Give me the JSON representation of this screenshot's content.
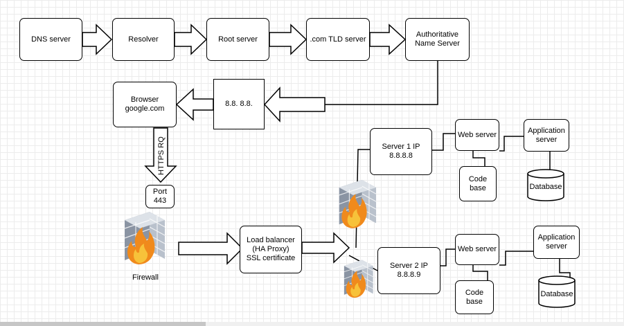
{
  "nodes": {
    "dns_server": "DNS server",
    "resolver": "Resolver",
    "root_server": "Root server",
    "tld_server": ".com TLD server",
    "authoritative": "Authoritative\nName Server",
    "ip_response": "8.8. 8.8.",
    "browser": "Browser\ngoogle.com",
    "port": "Port\n443",
    "load_balancer": "Load balancer\n(HA Proxy)\nSSL certificate",
    "server1": "Server 1 IP\n8.8.8.8",
    "server2": "Server 2 IP\n8.8.8.9",
    "web_server_1": "Web server",
    "web_server_2": "Web server",
    "app_server_1": "Application\nserver",
    "app_server_2": "Application\nserver",
    "code_base_1": "Code\nbase",
    "code_base_2": "Code\nbase",
    "database_1": "Database",
    "database_2": "Database"
  },
  "labels": {
    "https": "HTTPS RQ",
    "firewall": "Firewall"
  },
  "icons": [
    "firewall-icon"
  ]
}
